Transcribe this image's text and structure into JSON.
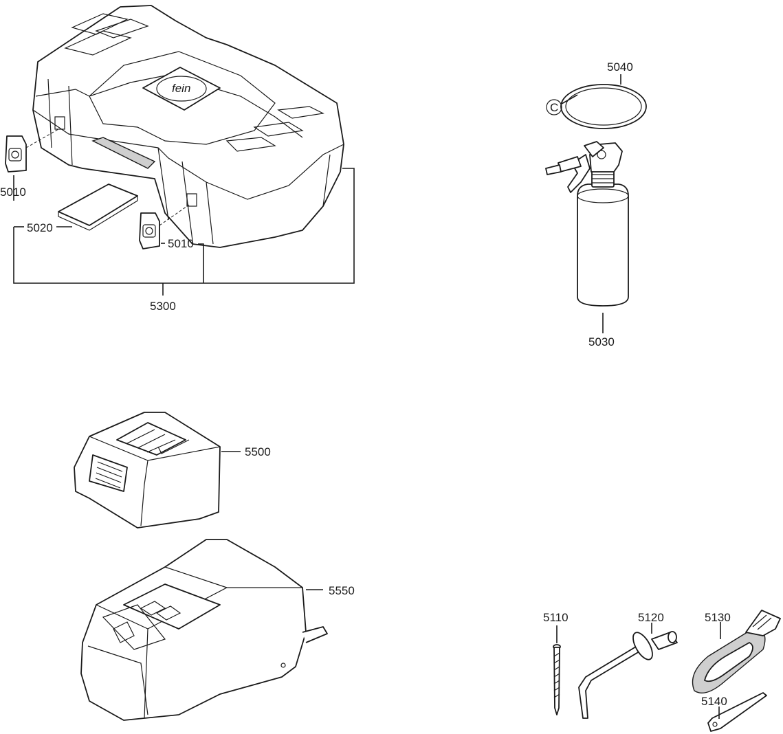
{
  "labels": {
    "latch_left": "5010",
    "latch_right": "5010",
    "insert_card": "5020",
    "case": "5300",
    "spray_bottle": "5030",
    "ring": "5040",
    "ring_tag": "C",
    "battery": "5500",
    "charger": "5550",
    "pin": "5110",
    "anvil": "5120",
    "strap": "5130",
    "key": "5140"
  },
  "brand_mark": "fein"
}
